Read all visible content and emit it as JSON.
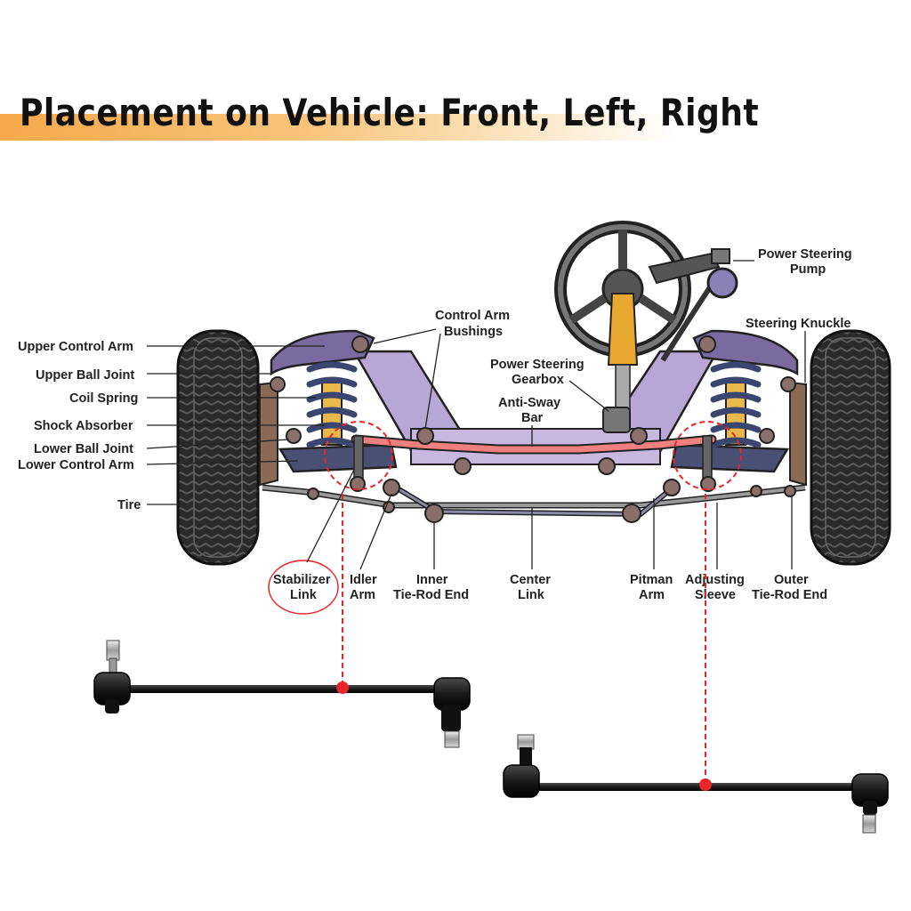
{
  "title": "Placement on Vehicle: Front, Left, Right",
  "colors": {
    "accent_band": "#f5a94a",
    "highlight_red": "#e8262a",
    "frame": "#b8a6d6",
    "sway_bar": "#f07f7f"
  },
  "labels": {
    "upper_control_arm": "Upper Control Arm",
    "upper_ball_joint": "Upper Ball Joint",
    "coil_spring": "Coil Spring",
    "shock_absorber": "Shock Absorber",
    "lower_ball_joint": "Lower Ball Joint",
    "lower_control_arm": "Lower Control Arm",
    "tire": "Tire",
    "control_arm_bushings_1": "Control Arm",
    "control_arm_bushings_2": "Bushings",
    "power_steering_gearbox_1": "Power Steering",
    "power_steering_gearbox_2": "Gearbox",
    "anti_sway_bar_1": "Anti-Sway",
    "anti_sway_bar_2": "Bar",
    "power_steering_pump_1": "Power Steering",
    "power_steering_pump_2": "Pump",
    "steering_knuckle": "Steering Knuckle",
    "stabilizer_link_1": "Stabilizer",
    "stabilizer_link_2": "Link",
    "idler_arm_1": "Idler",
    "idler_arm_2": "Arm",
    "inner_tie_rod_end_1": "Inner",
    "inner_tie_rod_end_2": "Tie-Rod End",
    "center_link_1": "Center",
    "center_link_2": "Link",
    "pitman_arm_1": "Pitman",
    "pitman_arm_2": "Arm",
    "adjusting_sleeve_1": "Adjusting",
    "adjusting_sleeve_2": "Sleeve",
    "outer_tie_rod_end_1": "Outer",
    "outer_tie_rod_end_2": "Tie-Rod End"
  }
}
